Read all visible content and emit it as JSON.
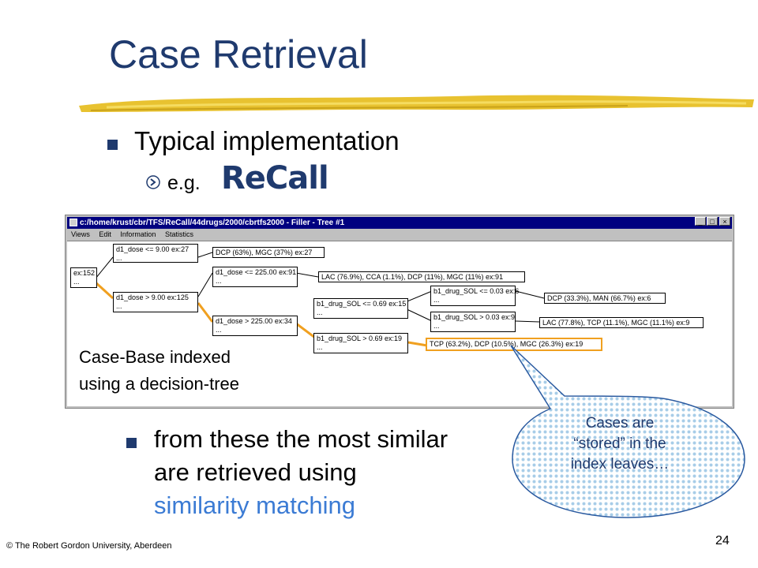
{
  "slide": {
    "title": "Case Retrieval",
    "bullet1": "Typical implementation",
    "sub_bullet": "e.g.",
    "logo_text": "ReCall",
    "bullet2_line1": "from these the most similar",
    "bullet2_line2": "are retrieved using",
    "bullet2_link": "similarity matching",
    "tree_caption_line1": "Case-Base indexed",
    "tree_caption_line2": "using a decision-tree",
    "bubble_line1": "Cases are",
    "bubble_line2": "“stored” in the",
    "bubble_line3": "index leaves…",
    "footer": "© The  Robert Gordon University, Aberdeen",
    "page_number": "24"
  },
  "window": {
    "title": "c:/home/krust/cbr/TFS/ReCall/44drugs/2000/cbrtfs2000 - Filler - Tree #1",
    "minimize": "_",
    "maximize": "□",
    "close": "×",
    "menu": [
      "Views",
      "Edit",
      "Information",
      "Statistics"
    ]
  },
  "tree": {
    "root": "ex:152",
    "n1": "d1_dose <= 9.00  ex:27",
    "n2": "d1_dose > 9.00  ex:125",
    "leaf1": "DCP (63%),  MGC (37%)  ex:27",
    "n3": "d1_dose <= 225.00  ex:91",
    "n4": "d1_dose > 225.00  ex:34",
    "leaf2": "LAC (76.9%),  CCA (1.1%),  DCP (11%),  MGC (11%)  ex:91",
    "n5": "b1_drug_SOL <= 0.69  ex:15",
    "n6": "b1_drug_SOL > 0.69  ex:19",
    "n7": "b1_drug_SOL <= 0.03  ex:6",
    "n8": "b1_drug_SOL > 0.03  ex:9",
    "leaf3": "DCP (33.3%),  MAN (66.7%)  ex:6",
    "leaf4": "LAC (77.8%),  TCP (11.1%),  MGC (11.1%)  ex:9",
    "leaf5": "TCP (63.2%),  DCP (10.5%),  MGC (26.3%)  ex:19",
    "ellipsis": "..."
  },
  "colors": {
    "title_blue": "#1f3a6e",
    "highlight_orange": "#f0a020",
    "link_blue": "#3b7bd4"
  }
}
